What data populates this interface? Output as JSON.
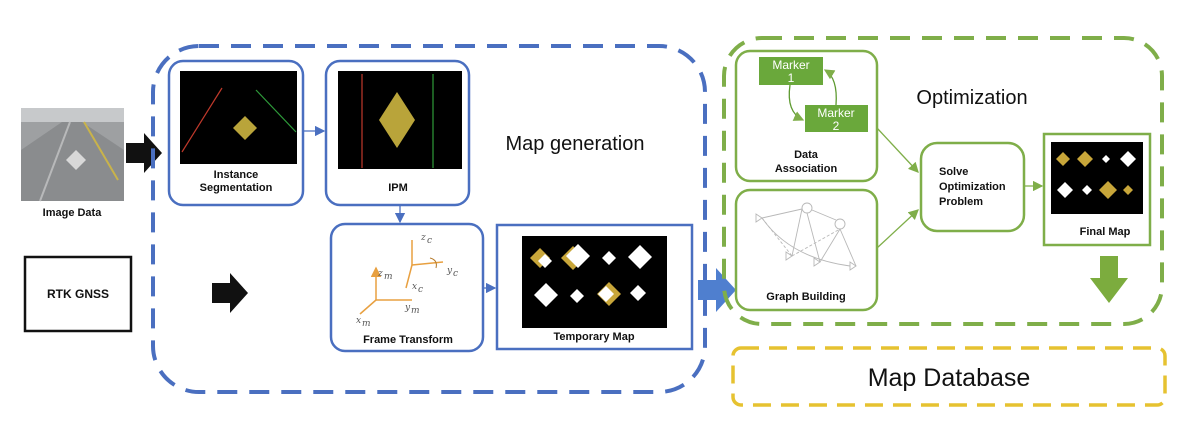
{
  "labels": {
    "image_data": "Image Data",
    "rtk_gnss": "RTK GNSS",
    "map_generation": "Map generation",
    "instance_seg_1": "Instance",
    "instance_seg_2": "Segmentation",
    "ipm": "IPM",
    "frame_transform": "Frame Transform",
    "temporary_map": "Temporary Map",
    "optimization": "Optimization",
    "marker1_a": "Marker",
    "marker1_b": "1",
    "marker2_a": "Marker",
    "marker2_b": "2",
    "data_assoc_1": "Data",
    "data_assoc_2": "Association",
    "graph_building": "Graph Building",
    "solve_1": "Solve",
    "solve_2": "Optimization",
    "solve_3": "Problem",
    "final_map": "Final Map",
    "map_database": "Map Database"
  },
  "axes": {
    "zc": "z",
    "zc_sub": "c",
    "yc": "y",
    "yc_sub": "c",
    "xc": "x",
    "xc_sub": "c",
    "zm": "z",
    "zm_sub": "m",
    "ym": "y",
    "ym_sub": "m",
    "xm": "x",
    "xm_sub": "m"
  },
  "colors": {
    "blue": "#4a6fc0",
    "green": "#7fae49",
    "yellow": "#e6c230",
    "arrow_blue": "#4f7fcf",
    "arrow_green": "#7cac3e",
    "gold": "#c8a63a"
  }
}
